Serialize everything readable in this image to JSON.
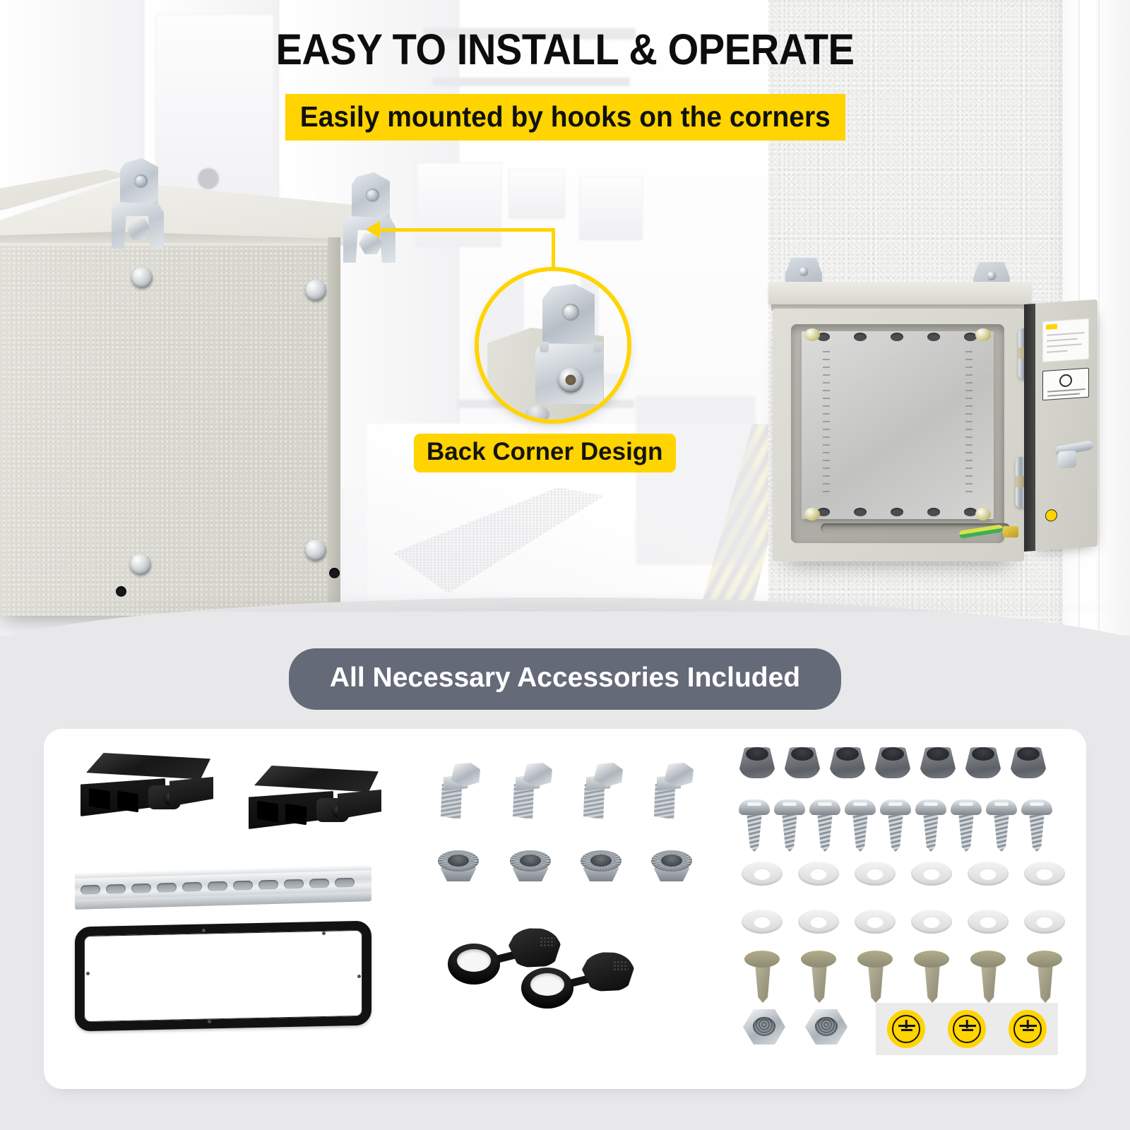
{
  "header": {
    "headline": "EASY TO INSTALL & OPERATE",
    "subheadline": "Easily mounted by hooks on the corners"
  },
  "callouts": {
    "back_corner_badge": "Back Corner Design",
    "accessories_banner": "All Necessary Accessories Included"
  },
  "colors": {
    "accent_yellow": "#FFD400",
    "banner_gray": "#646A77",
    "page_background": "#E8E8EA",
    "panel_white": "#FFFFFF",
    "enclosure_body": "#D8D7CF",
    "black_plastic": "#121212"
  },
  "scene": {
    "left_photo": "closed-enclosure-with-corner-mounting-hooks",
    "right_photo": "open-enclosure-mounted-on-wall",
    "magnifier": "zoomed-back-corner-mounting-bracket"
  },
  "accessories": {
    "plastic_brackets": {
      "label": "plastic-mounting-bracket",
      "count": 2
    },
    "din_rail": {
      "label": "din-rail",
      "count": 1
    },
    "gasket": {
      "label": "door-gasket",
      "count": 1
    },
    "hex_flange_bolts": {
      "label": "hex-flange-bolt",
      "count": 4
    },
    "flange_nuts": {
      "label": "serrated-flange-nut",
      "count": 4
    },
    "cable_gland_caps": {
      "label": "cable-gland-cap",
      "count": 2
    },
    "grommets": {
      "label": "rubber-grommet",
      "count": 7
    },
    "self_tapping_screws": {
      "label": "self-tapping-screw",
      "count": 9
    },
    "washers_row1": {
      "label": "nylon-washer",
      "count": 6
    },
    "washers_row2": {
      "label": "nylon-washer",
      "count": 6
    },
    "plastic_rivets": {
      "label": "plastic-rivet",
      "count": 6
    },
    "hex_nuts": {
      "label": "hex-nut",
      "count": 2
    },
    "earth_stickers": {
      "label": "earth-ground-label",
      "count": 3
    }
  }
}
